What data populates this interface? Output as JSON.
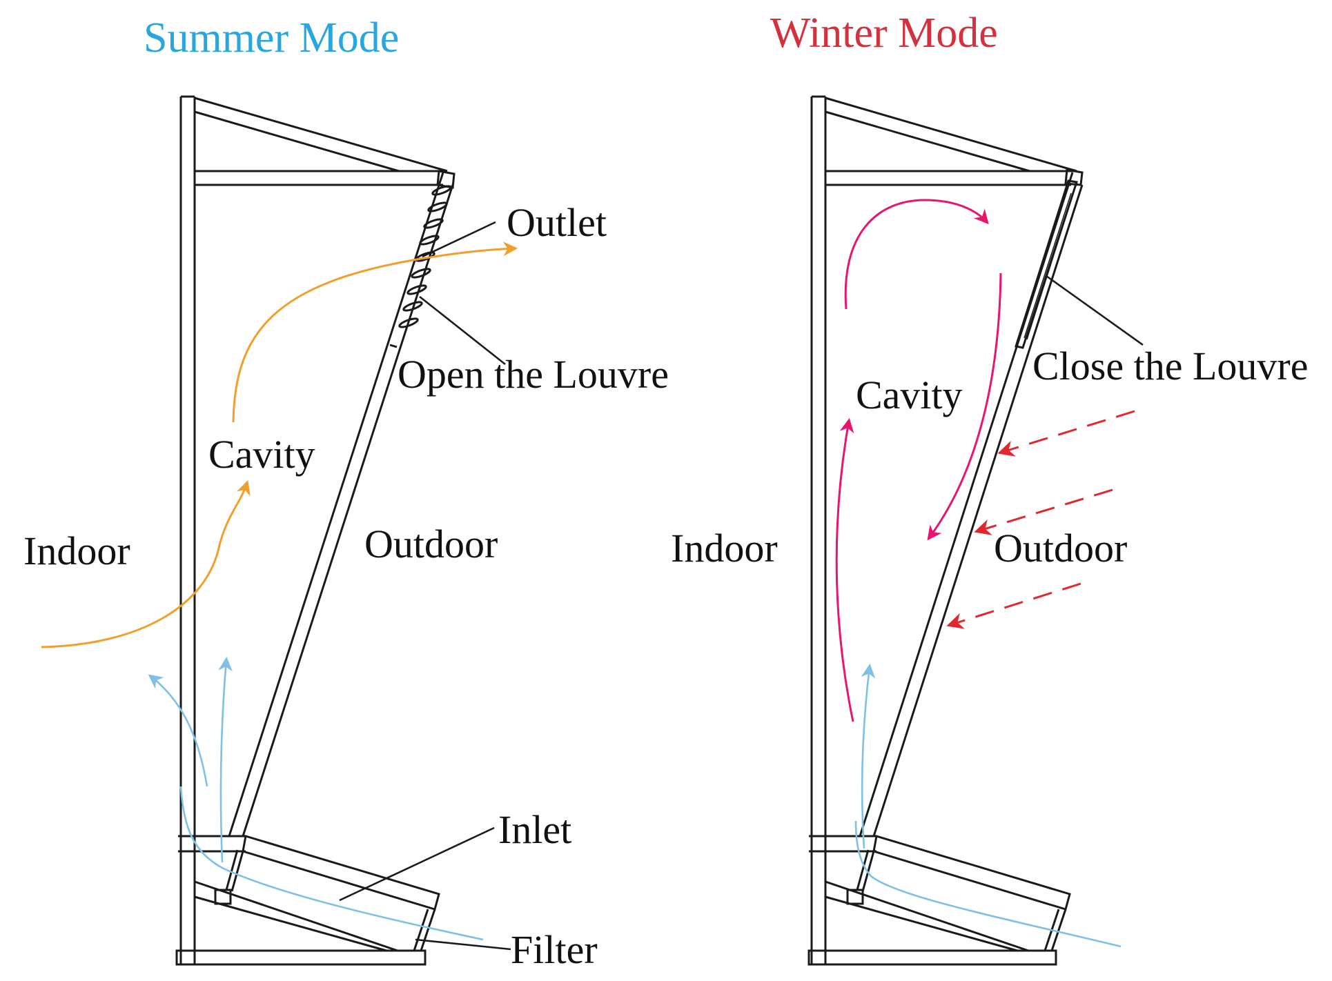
{
  "panels": [
    {
      "id": "summer",
      "title": "Summer Mode",
      "title_color": "#2aa6de",
      "labels": {
        "outlet": "Outlet",
        "louvre": "Open the Louvre",
        "cavity": "Cavity",
        "indoor": "Indoor",
        "outdoor": "Outdoor",
        "inlet": "Inlet",
        "filter": "Filter"
      }
    },
    {
      "id": "winter",
      "title": "Winter Mode",
      "title_color": "#d4313c",
      "labels": {
        "louvre": "Close the Louvre",
        "cavity": "Cavity",
        "indoor": "Indoor",
        "outdoor": "Outdoor"
      }
    }
  ],
  "colors": {
    "warm_airflow": "#f0a02a",
    "fresh_airflow": "#7ec0e6",
    "cavity_circulation": "#e8146e",
    "solar_radiation": "#e3262e",
    "frame": "#1a1a1a"
  }
}
